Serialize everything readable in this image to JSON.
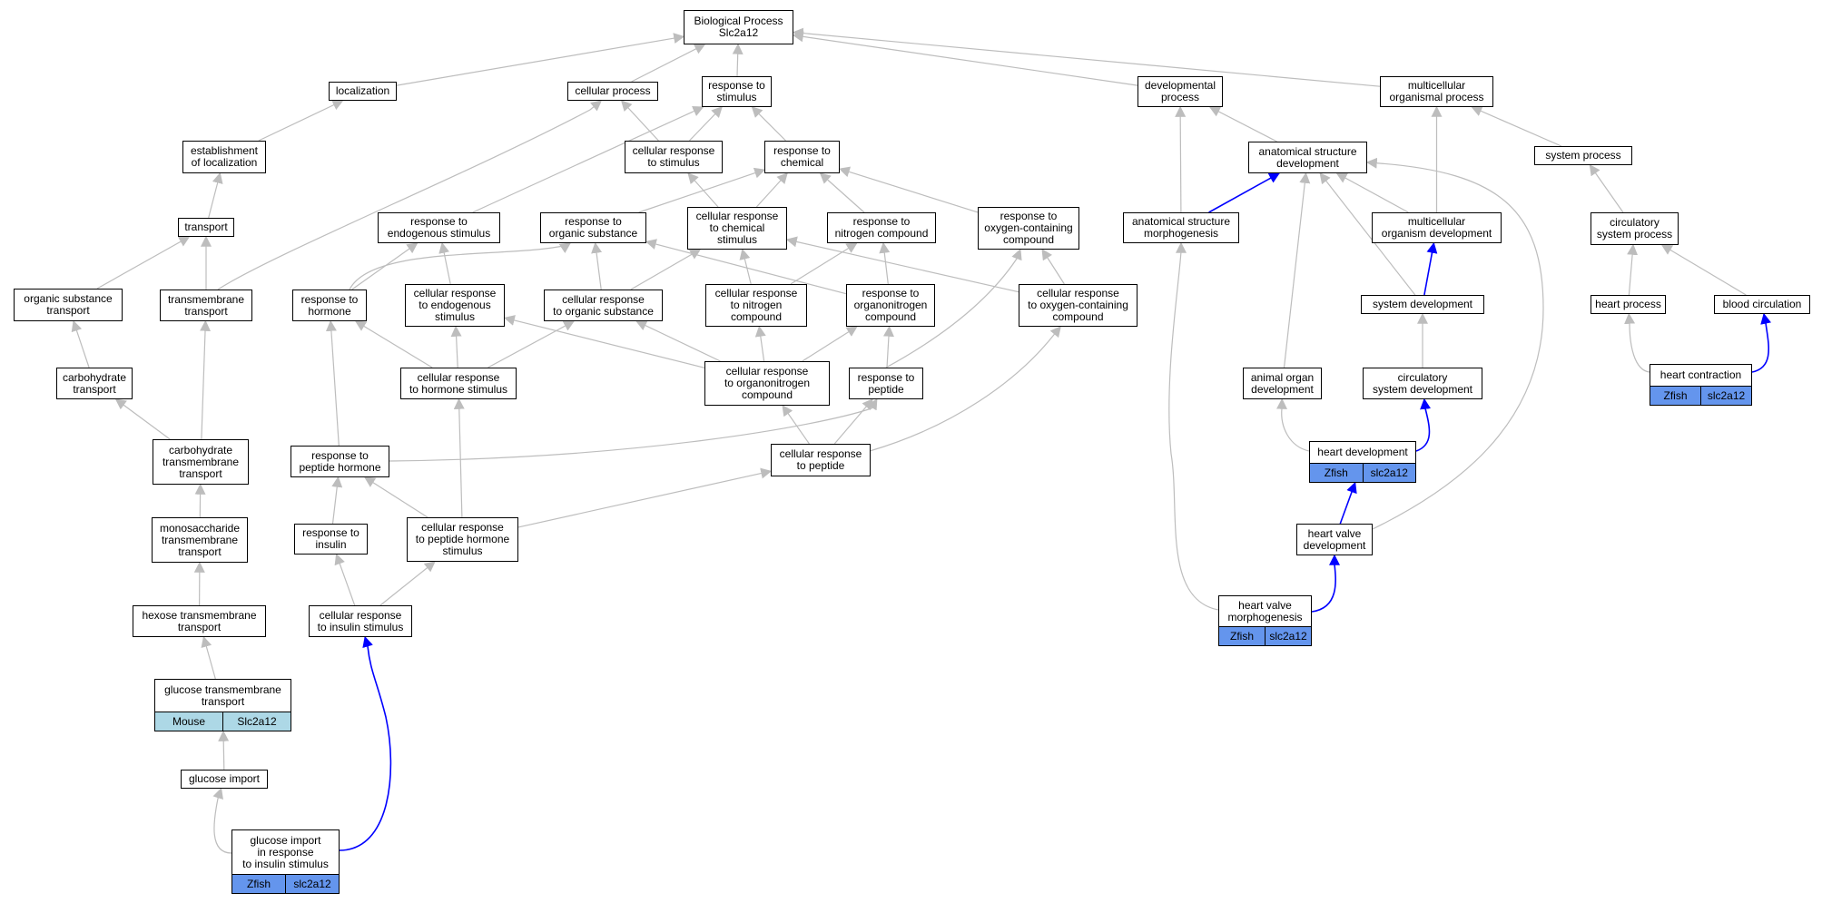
{
  "colors": {
    "edge": "#bdbdbd",
    "highlight_edge": "#0000ff",
    "zfish_fill": "#6495ed",
    "mouse_fill": "#add8e6"
  },
  "nodes": [
    {
      "id": "bp",
      "label": "Biological Process\nSlc2a12"
    },
    {
      "id": "localization",
      "label": "localization"
    },
    {
      "id": "cellular_process",
      "label": "cellular process"
    },
    {
      "id": "response_stimulus",
      "label": "response to\nstimulus"
    },
    {
      "id": "developmental_process",
      "label": "developmental\nprocess"
    },
    {
      "id": "multicellular_process",
      "label": "multicellular\norganismal process"
    },
    {
      "id": "establishment_localization",
      "label": "establishment\nof localization"
    },
    {
      "id": "cell_resp_stimulus",
      "label": "cellular response\nto stimulus"
    },
    {
      "id": "resp_chemical",
      "label": "response to\nchemical"
    },
    {
      "id": "anat_struct_dev",
      "label": "anatomical structure\ndevelopment"
    },
    {
      "id": "system_process",
      "label": "system process"
    },
    {
      "id": "transport",
      "label": "transport"
    },
    {
      "id": "resp_endogenous",
      "label": "response to\nendogenous stimulus"
    },
    {
      "id": "resp_organic",
      "label": "response to\norganic substance"
    },
    {
      "id": "cell_resp_chemical",
      "label": "cellular response\nto chemical\nstimulus"
    },
    {
      "id": "resp_nitrogen",
      "label": "response to\nnitrogen compound"
    },
    {
      "id": "resp_oxygen",
      "label": "response to\noxygen-containing\ncompound"
    },
    {
      "id": "anat_struct_morph",
      "label": "anatomical structure\nmorphogenesis"
    },
    {
      "id": "multicellular_dev",
      "label": "multicellular\norganism development"
    },
    {
      "id": "circ_system_process",
      "label": "circulatory\nsystem process"
    },
    {
      "id": "organic_subst_transport",
      "label": "organic substance\ntransport"
    },
    {
      "id": "transmembrane_transport",
      "label": "transmembrane\ntransport"
    },
    {
      "id": "resp_hormone",
      "label": "response to\nhormone"
    },
    {
      "id": "cell_resp_endogenous",
      "label": "cellular response\nto endogenous\nstimulus"
    },
    {
      "id": "cell_resp_organic",
      "label": "cellular response\nto organic substance"
    },
    {
      "id": "cell_resp_nitrogen",
      "label": "cellular response\nto nitrogen\ncompound"
    },
    {
      "id": "resp_organonitrogen",
      "label": "response to\norganonitrogen\ncompound"
    },
    {
      "id": "cell_resp_oxygen",
      "label": "cellular response\nto oxygen-containing\ncompound"
    },
    {
      "id": "system_dev",
      "label": "system development"
    },
    {
      "id": "heart_process",
      "label": "heart process"
    },
    {
      "id": "blood_circulation",
      "label": "blood circulation"
    },
    {
      "id": "carbohydrate_transport",
      "label": "carbohydrate\ntransport"
    },
    {
      "id": "cell_resp_hormone",
      "label": "cellular response\nto hormone stimulus"
    },
    {
      "id": "cell_resp_organonitrogen",
      "label": "cellular response\nto organonitrogen\ncompound"
    },
    {
      "id": "resp_peptide",
      "label": "response to\npeptide"
    },
    {
      "id": "animal_organ_dev",
      "label": "animal organ\ndevelopment"
    },
    {
      "id": "circ_system_dev",
      "label": "circulatory\nsystem development"
    },
    {
      "id": "heart_contraction",
      "label": "heart contraction",
      "annotations": [
        "Zfish",
        "slc2a12"
      ],
      "anno_color": "#6495ed"
    },
    {
      "id": "carb_tm_transport",
      "label": "carbohydrate\ntransmembrane\ntransport"
    },
    {
      "id": "resp_peptide_hormone",
      "label": "response to\npeptide hormone"
    },
    {
      "id": "cell_resp_peptide",
      "label": "cellular response\nto peptide"
    },
    {
      "id": "heart_dev",
      "label": "heart development",
      "annotations": [
        "Zfish",
        "slc2a12"
      ],
      "anno_color": "#6495ed"
    },
    {
      "id": "mono_tm_transport",
      "label": "monosaccharide\ntransmembrane\ntransport"
    },
    {
      "id": "resp_insulin",
      "label": "response to\ninsulin"
    },
    {
      "id": "cell_resp_peptide_hormone",
      "label": "cellular response\nto peptide hormone\nstimulus"
    },
    {
      "id": "heart_valve_dev",
      "label": "heart valve\ndevelopment"
    },
    {
      "id": "hexose_tm_transport",
      "label": "hexose transmembrane\ntransport"
    },
    {
      "id": "cell_resp_insulin",
      "label": "cellular response\nto insulin stimulus"
    },
    {
      "id": "heart_valve_morph",
      "label": "heart valve\nmorphogenesis",
      "annotations": [
        "Zfish",
        "slc2a12"
      ],
      "anno_color": "#6495ed"
    },
    {
      "id": "glucose_tm_transport",
      "label": "glucose transmembrane\ntransport",
      "annotations": [
        "Mouse",
        "Slc2a12"
      ],
      "anno_color": "#add8e6"
    },
    {
      "id": "glucose_import",
      "label": "glucose import"
    },
    {
      "id": "glucose_import_insulin",
      "label": "glucose import\nin response\nto insulin stimulus",
      "annotations": [
        "Zfish",
        "slc2a12"
      ],
      "anno_color": "#6495ed"
    }
  ],
  "edges": [
    {
      "from": "localization",
      "to": "bp"
    },
    {
      "from": "cellular_process",
      "to": "bp"
    },
    {
      "from": "response_stimulus",
      "to": "bp"
    },
    {
      "from": "developmental_process",
      "to": "bp"
    },
    {
      "from": "multicellular_process",
      "to": "bp"
    },
    {
      "from": "establishment_localization",
      "to": "localization"
    },
    {
      "from": "transport",
      "to": "establishment_localization"
    },
    {
      "from": "organic_subst_transport",
      "to": "transport"
    },
    {
      "from": "transmembrane_transport",
      "to": "transport"
    },
    {
      "from": "transmembrane_transport",
      "to": "cellular_process"
    },
    {
      "from": "carbohydrate_transport",
      "to": "organic_subst_transport"
    },
    {
      "from": "carb_tm_transport",
      "to": "carbohydrate_transport"
    },
    {
      "from": "carb_tm_transport",
      "to": "transmembrane_transport"
    },
    {
      "from": "mono_tm_transport",
      "to": "carb_tm_transport"
    },
    {
      "from": "hexose_tm_transport",
      "to": "mono_tm_transport"
    },
    {
      "from": "glucose_tm_transport",
      "to": "hexose_tm_transport"
    },
    {
      "from": "glucose_import",
      "to": "glucose_tm_transport"
    },
    {
      "from": "glucose_import_insulin",
      "to": "glucose_import"
    },
    {
      "from": "glucose_import_insulin",
      "to": "cell_resp_insulin",
      "highlight": true
    },
    {
      "from": "cell_resp_stimulus",
      "to": "cellular_process"
    },
    {
      "from": "cell_resp_stimulus",
      "to": "response_stimulus"
    },
    {
      "from": "resp_chemical",
      "to": "response_stimulus"
    },
    {
      "from": "resp_endogenous",
      "to": "response_stimulus"
    },
    {
      "from": "cell_resp_chemical",
      "to": "cell_resp_stimulus"
    },
    {
      "from": "cell_resp_chemical",
      "to": "resp_chemical"
    },
    {
      "from": "resp_organic",
      "to": "resp_chemical"
    },
    {
      "from": "resp_nitrogen",
      "to": "resp_chemical"
    },
    {
      "from": "resp_oxygen",
      "to": "resp_chemical"
    },
    {
      "from": "resp_hormone",
      "to": "resp_endogenous"
    },
    {
      "from": "resp_hormone",
      "to": "resp_organic"
    },
    {
      "from": "cell_resp_endogenous",
      "to": "resp_endogenous"
    },
    {
      "from": "cell_resp_organic",
      "to": "resp_organic"
    },
    {
      "from": "cell_resp_organic",
      "to": "cell_resp_chemical"
    },
    {
      "from": "cell_resp_nitrogen",
      "to": "cell_resp_chemical"
    },
    {
      "from": "cell_resp_nitrogen",
      "to": "resp_nitrogen"
    },
    {
      "from": "resp_organonitrogen",
      "to": "resp_nitrogen"
    },
    {
      "from": "resp_organonitrogen",
      "to": "resp_organic"
    },
    {
      "from": "cell_resp_oxygen",
      "to": "resp_oxygen"
    },
    {
      "from": "cell_resp_oxygen",
      "to": "cell_resp_chemical"
    },
    {
      "from": "cell_resp_hormone",
      "to": "resp_hormone"
    },
    {
      "from": "cell_resp_hormone",
      "to": "cell_resp_endogenous"
    },
    {
      "from": "cell_resp_hormone",
      "to": "cell_resp_organic"
    },
    {
      "from": "cell_resp_organonitrogen",
      "to": "cell_resp_nitrogen"
    },
    {
      "from": "cell_resp_organonitrogen",
      "to": "resp_organonitrogen"
    },
    {
      "from": "cell_resp_organonitrogen",
      "to": "cell_resp_organic"
    },
    {
      "from": "cell_resp_organonitrogen",
      "to": "cell_resp_endogenous"
    },
    {
      "from": "resp_peptide",
      "to": "resp_organonitrogen"
    },
    {
      "from": "resp_peptide",
      "to": "resp_oxygen"
    },
    {
      "from": "cell_resp_peptide",
      "to": "resp_peptide"
    },
    {
      "from": "cell_resp_peptide",
      "to": "cell_resp_organonitrogen"
    },
    {
      "from": "cell_resp_peptide",
      "to": "cell_resp_oxygen"
    },
    {
      "from": "resp_peptide_hormone",
      "to": "resp_hormone"
    },
    {
      "from": "resp_peptide_hormone",
      "to": "resp_peptide"
    },
    {
      "from": "cell_resp_peptide_hormone",
      "to": "resp_peptide_hormone"
    },
    {
      "from": "cell_resp_peptide_hormone",
      "to": "cell_resp_hormone"
    },
    {
      "from": "cell_resp_peptide_hormone",
      "to": "cell_resp_peptide"
    },
    {
      "from": "resp_insulin",
      "to": "resp_peptide_hormone"
    },
    {
      "from": "cell_resp_insulin",
      "to": "resp_insulin"
    },
    {
      "from": "cell_resp_insulin",
      "to": "cell_resp_peptide_hormone"
    },
    {
      "from": "anat_struct_dev",
      "to": "developmental_process"
    },
    {
      "from": "anat_struct_morph",
      "to": "developmental_process"
    },
    {
      "from": "anat_struct_morph",
      "to": "anat_struct_dev",
      "highlight": true
    },
    {
      "from": "multicellular_dev",
      "to": "anat_struct_dev"
    },
    {
      "from": "multicellular_dev",
      "to": "multicellular_process"
    },
    {
      "from": "system_process",
      "to": "multicellular_process"
    },
    {
      "from": "circ_system_process",
      "to": "system_process"
    },
    {
      "from": "heart_process",
      "to": "circ_system_process"
    },
    {
      "from": "blood_circulation",
      "to": "circ_system_process"
    },
    {
      "from": "heart_contraction",
      "to": "heart_process"
    },
    {
      "from": "heart_contraction",
      "to": "blood_circulation",
      "highlight": true
    },
    {
      "from": "system_dev",
      "to": "multicellular_dev",
      "highlight": true
    },
    {
      "from": "system_dev",
      "to": "anat_struct_dev"
    },
    {
      "from": "circ_system_dev",
      "to": "system_dev"
    },
    {
      "from": "animal_organ_dev",
      "to": "anat_struct_dev"
    },
    {
      "from": "heart_dev",
      "to": "animal_organ_dev"
    },
    {
      "from": "heart_dev",
      "to": "circ_system_dev",
      "highlight": true
    },
    {
      "from": "heart_valve_dev",
      "to": "heart_dev",
      "highlight": true
    },
    {
      "from": "heart_valve_dev",
      "to": "anat_struct_dev"
    },
    {
      "from": "heart_valve_morph",
      "to": "heart_valve_dev",
      "highlight": true
    },
    {
      "from": "heart_valve_morph",
      "to": "anat_struct_morph"
    }
  ]
}
